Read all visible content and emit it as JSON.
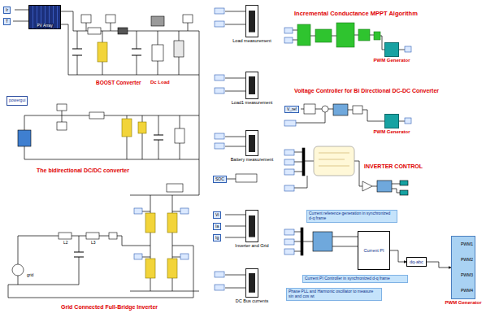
{
  "diagram": {
    "nodes": [
      {
        "text": [
          "Ir"
        ]
      },
      {
        "text": [
          "T"
        ]
      },
      {
        "text": [
          "PV Array"
        ]
      },
      {
        "text": [
          "powergui"
        ]
      },
      {
        "text": [
          "Load measurement"
        ]
      },
      {
        "text": [
          "Load1 measurement"
        ]
      },
      {
        "text": [
          "Battery measurement"
        ]
      },
      {
        "text": [
          "SOC"
        ]
      },
      {
        "text": [
          "Vi"
        ]
      },
      {
        "text": [
          "Ia"
        ]
      },
      {
        "text": [
          "Ig"
        ]
      },
      {
        "text": [
          "Inverter and Grid"
        ]
      },
      {
        "text": [
          "DC Bus currents"
        ]
      },
      {
        "text": [
          "PWM Generator"
        ]
      },
      {
        "text": [
          "V_ref"
        ]
      },
      {
        "text": [
          "PWM Generator"
        ]
      },
      {
        "text": [
          "Current reference generation in synchronized d-q frame"
        ]
      },
      {
        "text": [
          "Current PI"
        ]
      },
      {
        "text": [
          "dq-abc"
        ]
      },
      {
        "text": [
          "PWM1",
          "PWM2",
          "PWM3",
          "PWM4",
          "PWM Generator"
        ]
      },
      {
        "text": [
          "Current PI Controller in synchronized d-q frame"
        ]
      },
      {
        "text": [
          "Phase PLL and Harmonic oscillator to measure sin and cos wt"
        ]
      }
    ],
    "edges": [
      {
        "from": 17,
        "to": 18,
        "arrow": "to"
      },
      {
        "from": 18,
        "to": 19,
        "arrow": "to"
      }
    ],
    "labels": [
      "BOOST Converter",
      "Dc Load",
      "The bidirectional DC/DC converter",
      "L2",
      "L3",
      "grid",
      "Grid Connected Full-Bridge Inverter",
      "Incremental Conductance MPPT Algorithm",
      "Voltage Controller for Bi Directional DC-DC Converter",
      "INVERTER CONTROL"
    ]
  }
}
